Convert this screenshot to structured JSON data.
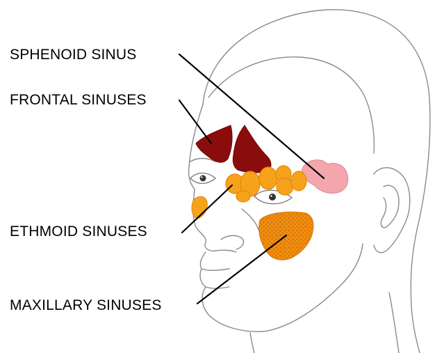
{
  "labels": {
    "sphenoid": "SPHENOID SINUS",
    "frontal": "FRONTAL SINUSES",
    "ethmoid": "ETHMOID SINUSES",
    "maxillary": "MAXILLARY SINUSES"
  },
  "colors": {
    "sphenoid": "#f4a6ad",
    "frontal": "#8b0c0c",
    "ethmoid": "#f7a21b",
    "maxillary": "#f08c0e",
    "outline": "#888888",
    "leader_line": "#000000"
  }
}
